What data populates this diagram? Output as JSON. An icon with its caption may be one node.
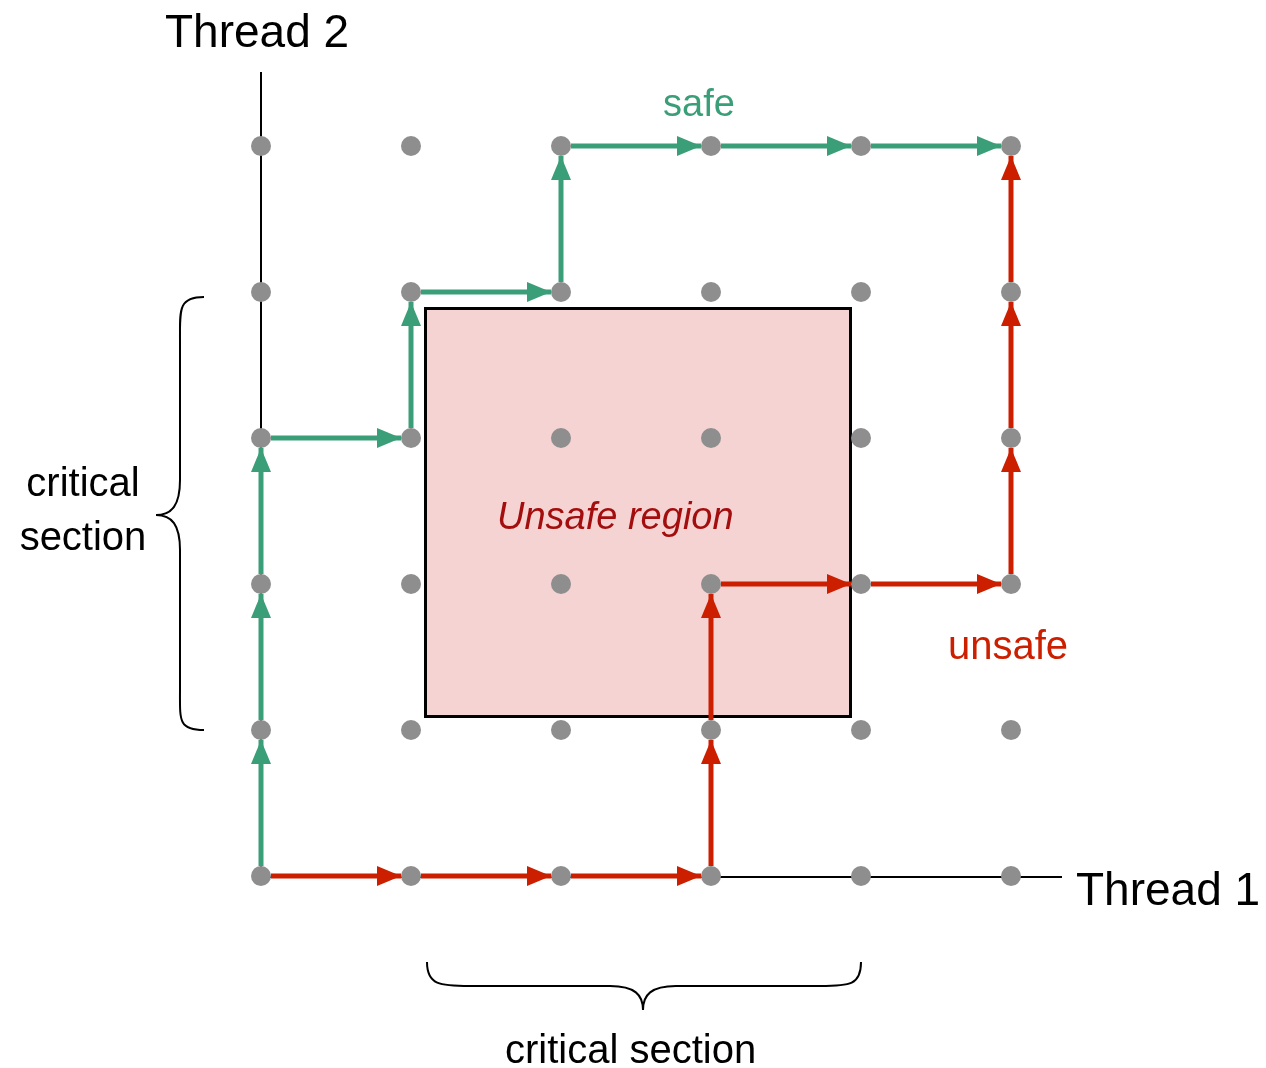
{
  "diagram": {
    "nodes": [
      {
        "text": [
          "Unsafe region"
        ]
      },
      {
        "text": [],
        "shape": "circle"
      },
      {
        "text": [],
        "shape": "circle"
      },
      {
        "text": [],
        "shape": "circle"
      },
      {
        "text": [],
        "shape": "circle"
      },
      {
        "text": [],
        "shape": "circle"
      },
      {
        "text": [],
        "shape": "circle"
      },
      {
        "text": [],
        "shape": "circle"
      },
      {
        "text": [],
        "shape": "circle"
      },
      {
        "text": [],
        "shape": "circle"
      },
      {
        "text": [],
        "shape": "circle"
      },
      {
        "text": [],
        "shape": "circle"
      },
      {
        "text": [],
        "shape": "circle"
      },
      {
        "text": [],
        "shape": "circle"
      },
      {
        "text": [],
        "shape": "circle"
      },
      {
        "text": [],
        "shape": "circle",
        "in": 0
      },
      {
        "text": [],
        "shape": "circle",
        "in": 0
      },
      {
        "text": [],
        "shape": "circle"
      },
      {
        "text": [],
        "shape": "circle"
      },
      {
        "text": [],
        "shape": "circle"
      },
      {
        "text": [],
        "shape": "circle"
      },
      {
        "text": [],
        "shape": "circle",
        "in": 0
      },
      {
        "text": [],
        "shape": "circle",
        "in": 0
      },
      {
        "text": [],
        "shape": "circle"
      },
      {
        "text": [],
        "shape": "circle"
      },
      {
        "text": [],
        "shape": "circle"
      },
      {
        "text": [],
        "shape": "circle"
      },
      {
        "text": [],
        "shape": "circle"
      },
      {
        "text": [],
        "shape": "circle"
      },
      {
        "text": [],
        "shape": "circle"
      },
      {
        "text": [],
        "shape": "circle"
      },
      {
        "text": [],
        "shape": "circle"
      },
      {
        "text": [],
        "shape": "circle"
      },
      {
        "text": [],
        "shape": "circle"
      },
      {
        "text": [],
        "shape": "circle"
      },
      {
        "text": [],
        "shape": "circle"
      },
      {
        "text": [],
        "shape": "circle"
      }
    ],
    "edges": [
      {
        "from": 31,
        "to": 25,
        "arrow": "to",
        "color": "#3a9e78"
      },
      {
        "from": 25,
        "to": 19,
        "arrow": "to",
        "color": "#3a9e78"
      },
      {
        "from": 19,
        "to": 13,
        "arrow": "to",
        "color": "#3a9e78"
      },
      {
        "from": 13,
        "to": 14,
        "arrow": "to",
        "color": "#3a9e78"
      },
      {
        "from": 14,
        "to": 8,
        "arrow": "to",
        "color": "#3a9e78"
      },
      {
        "from": 8,
        "to": 9,
        "arrow": "to",
        "color": "#3a9e78"
      },
      {
        "from": 9,
        "to": 3,
        "arrow": "to",
        "color": "#3a9e78"
      },
      {
        "from": 3,
        "to": 4,
        "arrow": "to",
        "color": "#3a9e78"
      },
      {
        "from": 4,
        "to": 5,
        "arrow": "to",
        "color": "#3a9e78"
      },
      {
        "from": 5,
        "to": 6,
        "arrow": "to",
        "color": "#3a9e78"
      },
      {
        "from": 31,
        "to": 32,
        "arrow": "to",
        "color": "#cc1f00"
      },
      {
        "from": 32,
        "to": 33,
        "arrow": "to",
        "color": "#cc1f00"
      },
      {
        "from": 33,
        "to": 34,
        "arrow": "to",
        "color": "#cc1f00"
      },
      {
        "from": 34,
        "to": 28,
        "arrow": "to",
        "color": "#cc1f00"
      },
      {
        "from": 28,
        "to": 22,
        "arrow": "to",
        "color": "#cc1f00"
      },
      {
        "from": 22,
        "to": 23,
        "arrow": "to",
        "color": "#cc1f00"
      },
      {
        "from": 23,
        "to": 24,
        "arrow": "to",
        "color": "#cc1f00"
      },
      {
        "from": 24,
        "to": 18,
        "arrow": "to",
        "color": "#cc1f00"
      },
      {
        "from": 18,
        "to": 12,
        "arrow": "to",
        "color": "#cc1f00"
      },
      {
        "from": 12,
        "to": 6,
        "arrow": "to",
        "color": "#cc1f00"
      }
    ],
    "labels": [
      "Thread 2",
      "safe",
      "critical section",
      "unsafe",
      "Thread 1",
      "critical section"
    ]
  }
}
